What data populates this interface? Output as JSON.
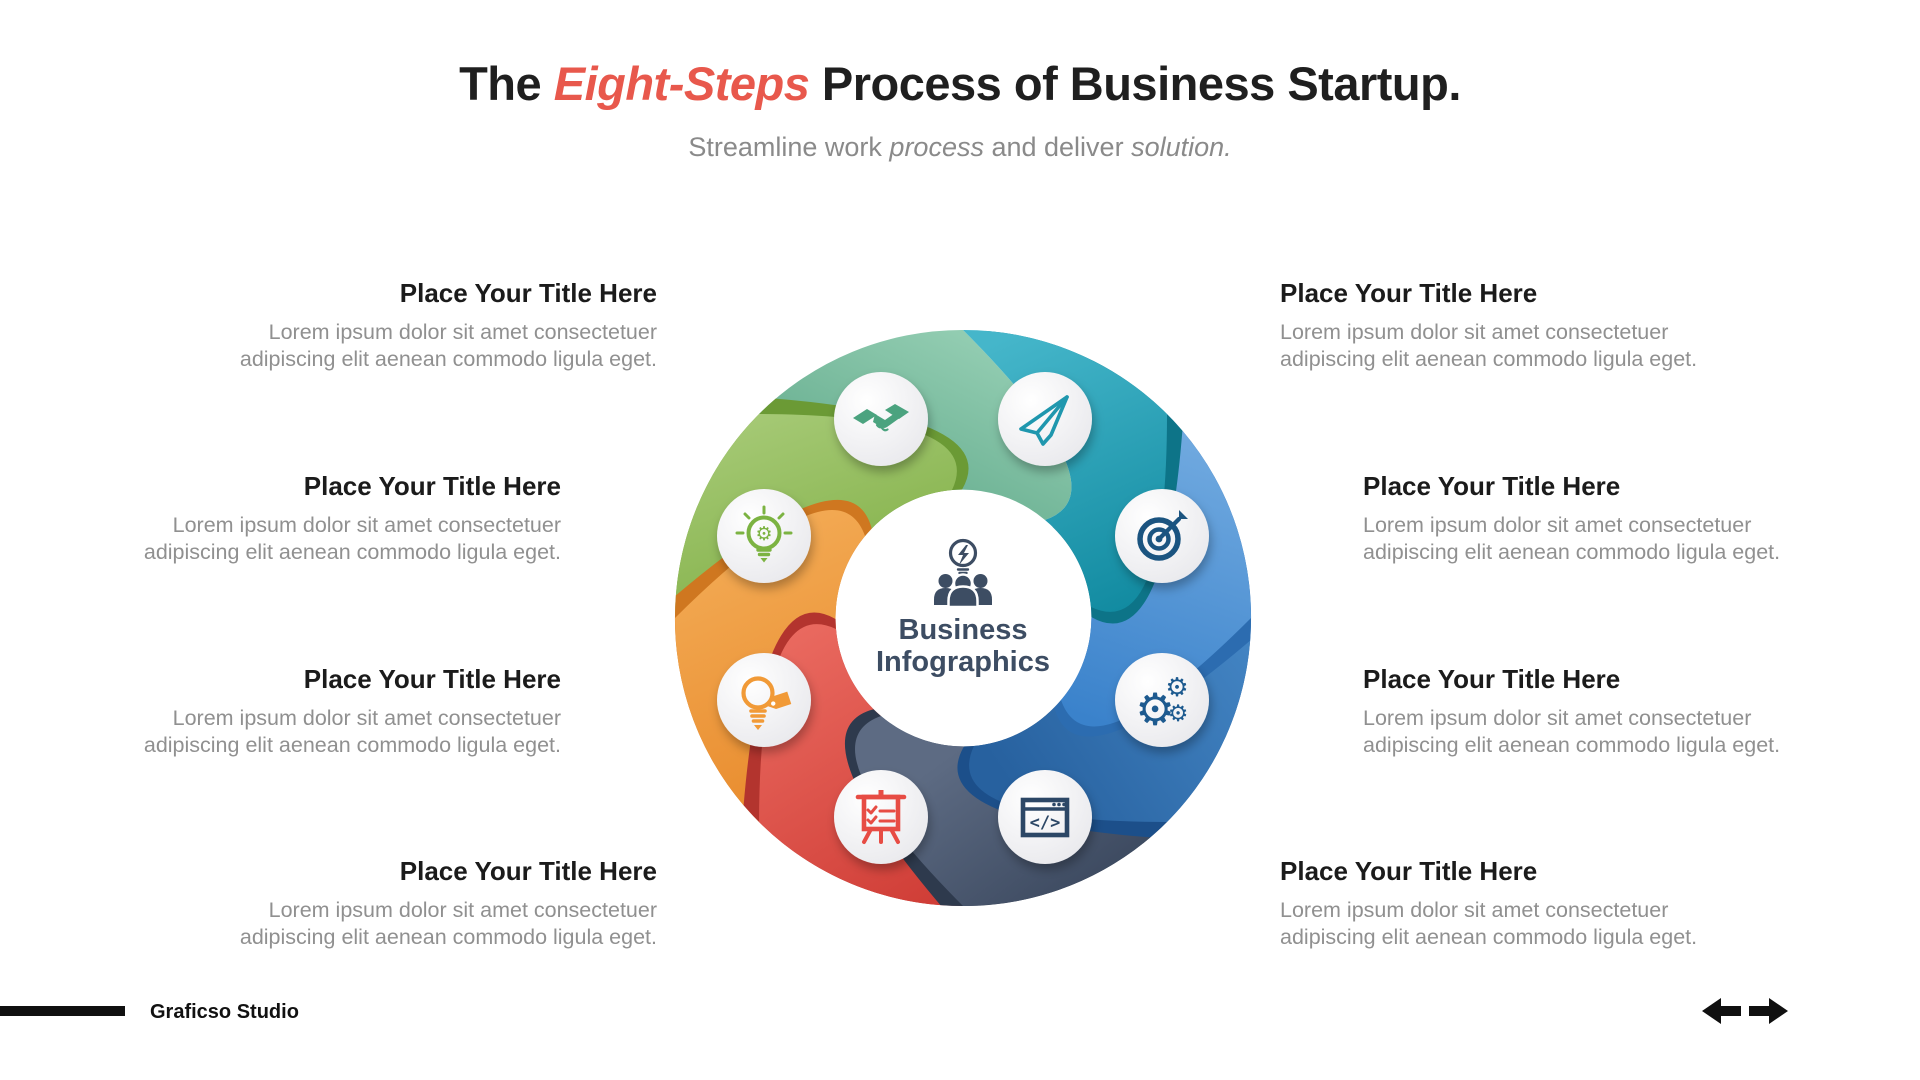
{
  "header": {
    "title_prefix": "The ",
    "title_highlight": "Eight-Steps",
    "title_suffix": " Process of Business Startup.",
    "subtitle": {
      "p1": "Streamline work ",
      "p2": "process",
      "p3": " and deliver ",
      "p4": "solution."
    }
  },
  "wheel": {
    "center": {
      "line1": "Business",
      "line2": "Infographics",
      "text_color": "#3d4d63",
      "icon_color": "#3d4d63"
    },
    "glyphs": {
      "gear": "⚙",
      "code": "</>"
    },
    "segments": [
      {
        "name": "partnership",
        "icon": "handshake-icon",
        "light": "#93cdb2",
        "base": "#57a383",
        "dark": "#3e8a6b",
        "icon_color": "#4ba37f"
      },
      {
        "name": "launch",
        "icon": "paper-plane-icon",
        "light": "#45b6ca",
        "base": "#128ba1",
        "dark": "#0d7488",
        "icon_color": "#1f97ae"
      },
      {
        "name": "targeting",
        "icon": "target-icon",
        "light": "#71aae0",
        "base": "#3a82cb",
        "dark": "#2c6cb0",
        "icon_color": "#1b5480"
      },
      {
        "name": "operations",
        "icon": "gears-icon",
        "light": "#4587c6",
        "base": "#27619f",
        "dark": "#1c4f8a",
        "icon_color": "#1d5a8f"
      },
      {
        "name": "development",
        "icon": "code-window-icon",
        "light": "#5d6b83",
        "base": "#3a475d",
        "dark": "#2e3a4d",
        "icon_color": "#2c4766"
      },
      {
        "name": "presentation",
        "icon": "presentation-board-icon",
        "light": "#ea6a60",
        "base": "#d03e37",
        "dark": "#b3342e",
        "icon_color": "#e74c44"
      },
      {
        "name": "ideas",
        "icon": "idea-tag-icon",
        "light": "#f4ae59",
        "base": "#e88a2b",
        "dark": "#cf7720",
        "icon_color": "#f19a37"
      },
      {
        "name": "innovation",
        "icon": "bulb-gear-icon",
        "light": "#a5c975",
        "base": "#7fae43",
        "dark": "#6b9a35",
        "icon_color": "#7cb342"
      }
    ]
  },
  "steps": [
    {
      "title": "Place Your Title Here",
      "body": "Lorem ipsum dolor sit amet consectetuer adipiscing elit aenean commodo ligula eget."
    },
    {
      "title": "Place Your Title Here",
      "body": "Lorem ipsum dolor sit amet consectetuer adipiscing elit aenean commodo ligula eget."
    },
    {
      "title": "Place Your Title Here",
      "body": "Lorem ipsum dolor sit amet consectetuer adipiscing elit aenean commodo ligula eget."
    },
    {
      "title": "Place Your Title Here",
      "body": "Lorem ipsum dolor sit amet consectetuer adipiscing elit aenean commodo ligula eget."
    },
    {
      "title": "Place Your Title Here",
      "body": "Lorem ipsum dolor sit amet consectetuer adipiscing elit aenean commodo ligula eget."
    },
    {
      "title": "Place Your Title Here",
      "body": "Lorem ipsum dolor sit amet consectetuer adipiscing elit aenean commodo ligula eget."
    },
    {
      "title": "Place Your Title Here",
      "body": "Lorem ipsum dolor sit amet consectetuer adipiscing elit aenean commodo ligula eget."
    },
    {
      "title": "Place Your Title Here",
      "body": "Lorem ipsum dolor sit amet consectetuer adipiscing elit aenean commodo ligula eget."
    }
  ],
  "footer": {
    "brand": "Graficso Studio"
  }
}
